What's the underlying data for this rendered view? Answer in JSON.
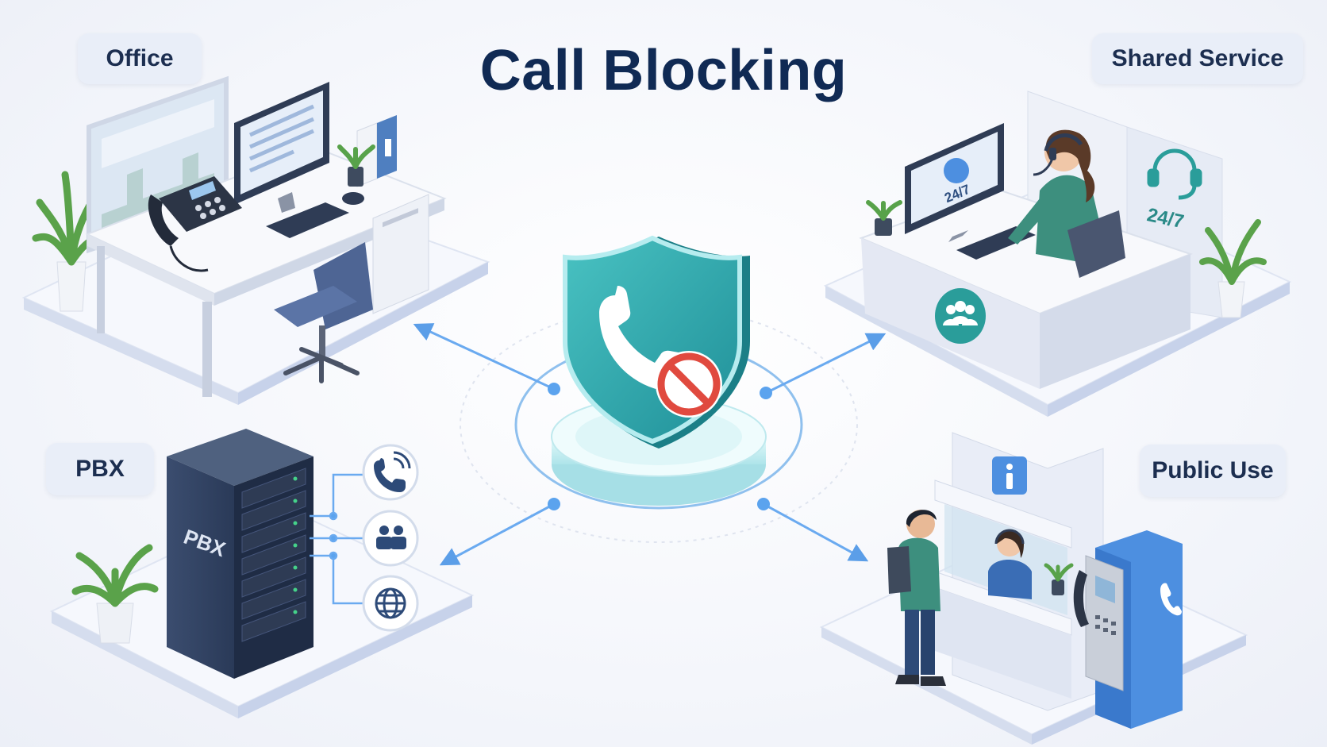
{
  "title": "Call Blocking",
  "labels": {
    "office": "Office",
    "shared_service": "Shared Service",
    "pbx": "PBX",
    "public_use": "Public Use"
  },
  "pbx_rack_text": "PBX",
  "service_badge_text": "24/7",
  "service_monitor_text": "24/7",
  "icons": {
    "center": "shield-phone-block-icon",
    "pbx_1": "phone-icon",
    "pbx_2": "users-icon",
    "pbx_3": "globe-icon",
    "service_desk": "team-icon",
    "kiosk": "info-icon"
  },
  "colors": {
    "title": "#102a54",
    "accent_teal": "#2a9d9a",
    "accent_blue": "#4d8fe0",
    "block_red": "#e04a3f"
  }
}
